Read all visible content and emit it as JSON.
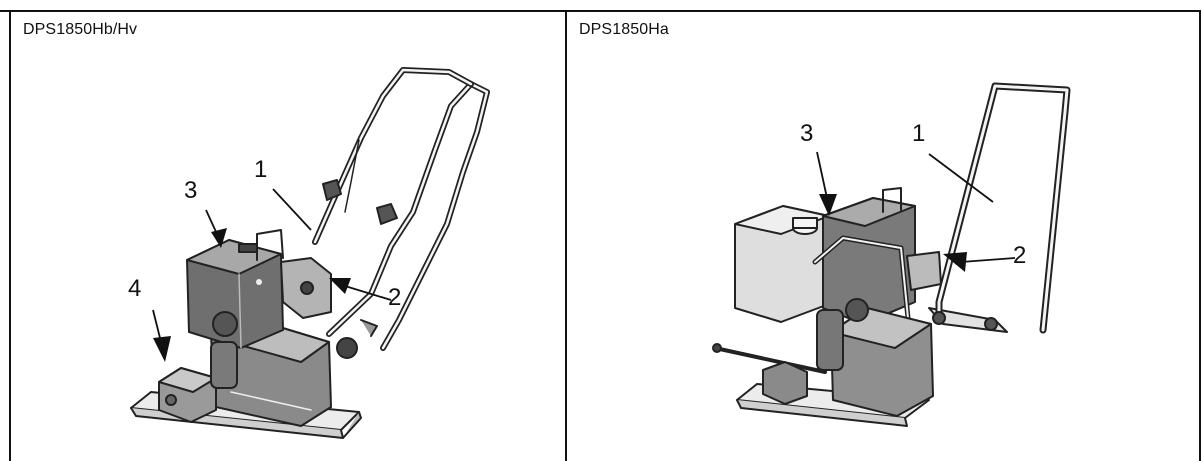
{
  "panels": [
    {
      "model": "DPS1850Hb/Hv",
      "callouts": [
        "1",
        "2",
        "3",
        "4"
      ]
    },
    {
      "model": "DPS1850Ha",
      "callouts": [
        "1",
        "2",
        "3"
      ]
    }
  ]
}
